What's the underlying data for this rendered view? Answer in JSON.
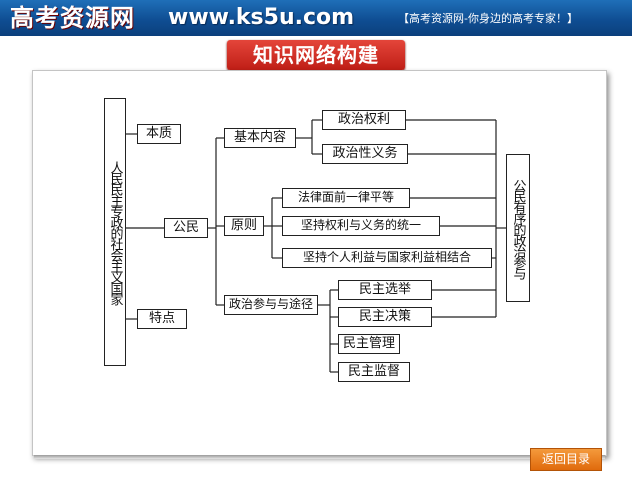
{
  "banner": {
    "logo_text": "高考资源网",
    "url": "www.ks5u.com",
    "slogan": "【高考资源网-你身边的高考专家！】"
  },
  "title": "知识网络构建",
  "diagram": {
    "root": "人民民主专政的社会主义国家",
    "essence": "本质",
    "citizen": "公民",
    "traits": "特点",
    "basic_content": "基本内容",
    "political_rights": "政治权利",
    "political_duties": "政治性义务",
    "principles": "原则",
    "principle_1": "法律面前一律平等",
    "principle_2": "坚持权利与义务的统一",
    "principle_3": "坚持个人利益与国家利益相结合",
    "channels": "政治参与与途径",
    "channel_1": "民主选举",
    "channel_2": "民主决策",
    "channel_3": "民主管理",
    "channel_4": "民主监督",
    "result": "公民有序的政治参与"
  },
  "nav": {
    "back_label": "返回目录"
  }
}
